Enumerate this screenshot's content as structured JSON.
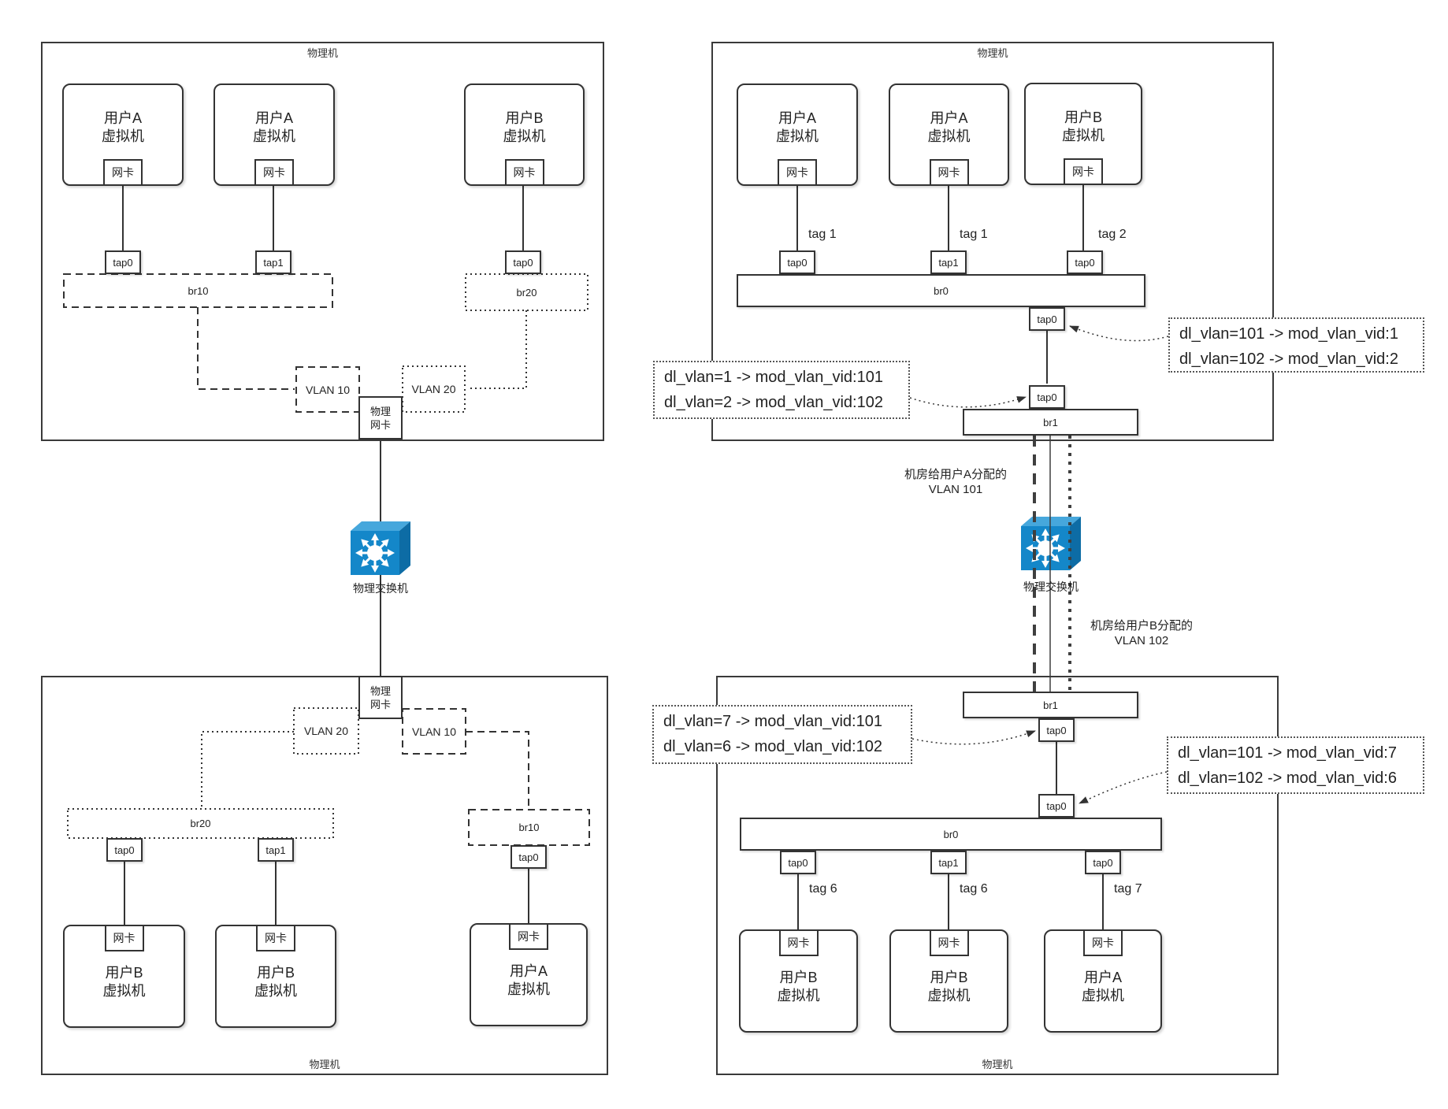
{
  "labels": {
    "physical_machine": "物理机",
    "physical_switch": "物理交换机",
    "physical_nic": "物理\n网卡",
    "nic": "网卡",
    "vm_user_a": "用户A\n虚拟机",
    "vm_user_b": "用户B\n虚拟机"
  },
  "left_top": {
    "taps": [
      "tap0",
      "tap1",
      "tap0"
    ],
    "br10": "br10",
    "br20": "br20",
    "vlan10": "VLAN 10",
    "vlan20": "VLAN 20"
  },
  "left_bottom": {
    "taps": [
      "tap0",
      "tap1",
      "tap0"
    ],
    "br20": "br20",
    "br10": "br10",
    "vlan20": "VLAN 20",
    "vlan10": "VLAN 10"
  },
  "right_top": {
    "tags": [
      "tag 1",
      "tag 1",
      "tag 2"
    ],
    "taps": [
      "tap0",
      "tap1",
      "tap0"
    ],
    "br0": "br0",
    "br1": "br1",
    "tap_upper": "tap0",
    "tap_lower": "tap0",
    "rules_to_vlan": "dl_vlan=1 -> mod_vlan_vid:101\ndl_vlan=2 -> mod_vlan_vid:102",
    "rules_to_vm": "dl_vlan=101 -> mod_vlan_vid:1\ndl_vlan=102 -> mod_vlan_vid:2"
  },
  "right_bottom": {
    "tags": [
      "tag 6",
      "tag 6",
      "tag 7"
    ],
    "taps": [
      "tap0",
      "tap1",
      "tap0"
    ],
    "br0": "br0",
    "br1": "br1",
    "tap_upper": "tap0",
    "tap_lower": "tap0",
    "rules_to_vlan": "dl_vlan=7 -> mod_vlan_vid:101\ndl_vlan=6 -> mod_vlan_vid:102",
    "rules_to_vm": "dl_vlan=101 -> mod_vlan_vid:7\ndl_vlan=102 -> mod_vlan_vid:6"
  },
  "middle": {
    "vlan_a_note": "机房给用户A分配的\nVLAN 101",
    "vlan_b_note": "机房给用户B分配的\nVLAN 102"
  },
  "colors": {
    "stroke": "#333333",
    "thick_line": "#3f3f3f",
    "switch_front": "#1487c9",
    "switch_top": "#46a7dc",
    "switch_side": "#0d6ca5",
    "background": "#ffffff"
  }
}
